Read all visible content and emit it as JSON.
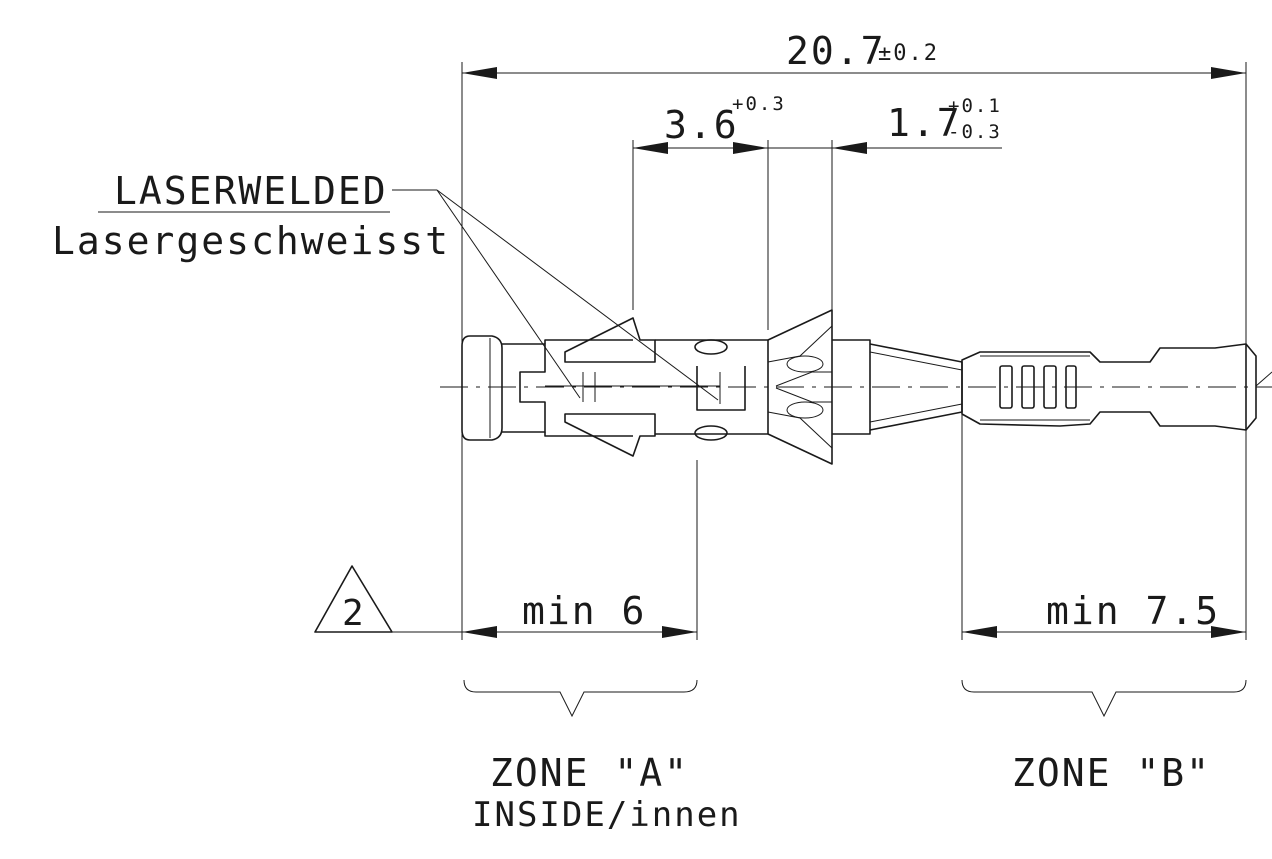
{
  "dimensions": {
    "overall": {
      "value": "20.7",
      "tolerance": "±0.2"
    },
    "pin_offset": {
      "value": "3.6",
      "tolerance_upper": "+0.3"
    },
    "collar": {
      "value": "1.7",
      "tolerance_upper": "+0.1",
      "tolerance_lower": "-0.3"
    },
    "zone_a_min": "min 6",
    "zone_b_min": "min 7.5"
  },
  "callout": {
    "label_en": "LASERWELDED",
    "label_de": "Lasergeschweisst"
  },
  "note_marker": "2",
  "zones": {
    "a_title": "ZONE \"A\"",
    "a_subtitle": "INSIDE/innen",
    "b_title": "ZONE \"B\""
  }
}
